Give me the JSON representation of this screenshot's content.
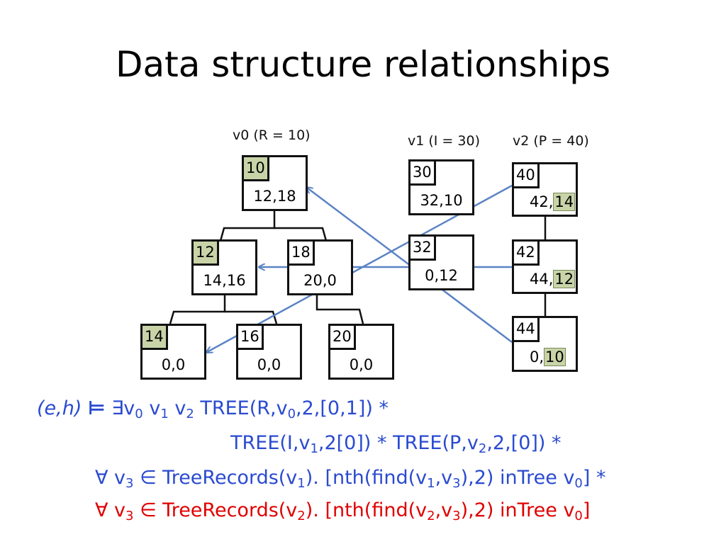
{
  "title": "Data structure relationships",
  "labels": {
    "v0": "v0 (R = 10)",
    "v1": "v1 (I = 30)",
    "v2": "v2 (P = 40)"
  },
  "tree_v0": [
    {
      "key": "10",
      "value": "12,18",
      "key_highlight": true
    },
    {
      "key": "12",
      "value": "14,16",
      "key_highlight": true
    },
    {
      "key": "18",
      "value": "20,0",
      "key_highlight": false
    },
    {
      "key": "14",
      "value": "0,0",
      "key_highlight": true
    },
    {
      "key": "16",
      "value": "0,0",
      "key_highlight": false
    },
    {
      "key": "20",
      "value": "0,0",
      "key_highlight": false
    }
  ],
  "tree_v1": [
    {
      "key": "30",
      "value": "32,10"
    },
    {
      "key": "32",
      "value": "0,12"
    }
  ],
  "tree_v2": [
    {
      "key": "40",
      "value_prefix": "42,",
      "value_hl": "14"
    },
    {
      "key": "42",
      "value_prefix": "44,",
      "value_hl": "12"
    },
    {
      "key": "44",
      "value_prefix": "0,",
      "value_hl": "10"
    }
  ],
  "formula": {
    "line1_italic": "(e,h)",
    "line1_models": "⊨",
    "line1_rest": "∃v",
    "line2": "TREE(I,v",
    "line3": "∀ v",
    "line4": "∀ v"
  },
  "colors": {
    "arrow": "#5b84c4",
    "highlight": "#c8d4a8",
    "formula_blue": "#2a4ad0",
    "formula_red": "#e00000"
  }
}
